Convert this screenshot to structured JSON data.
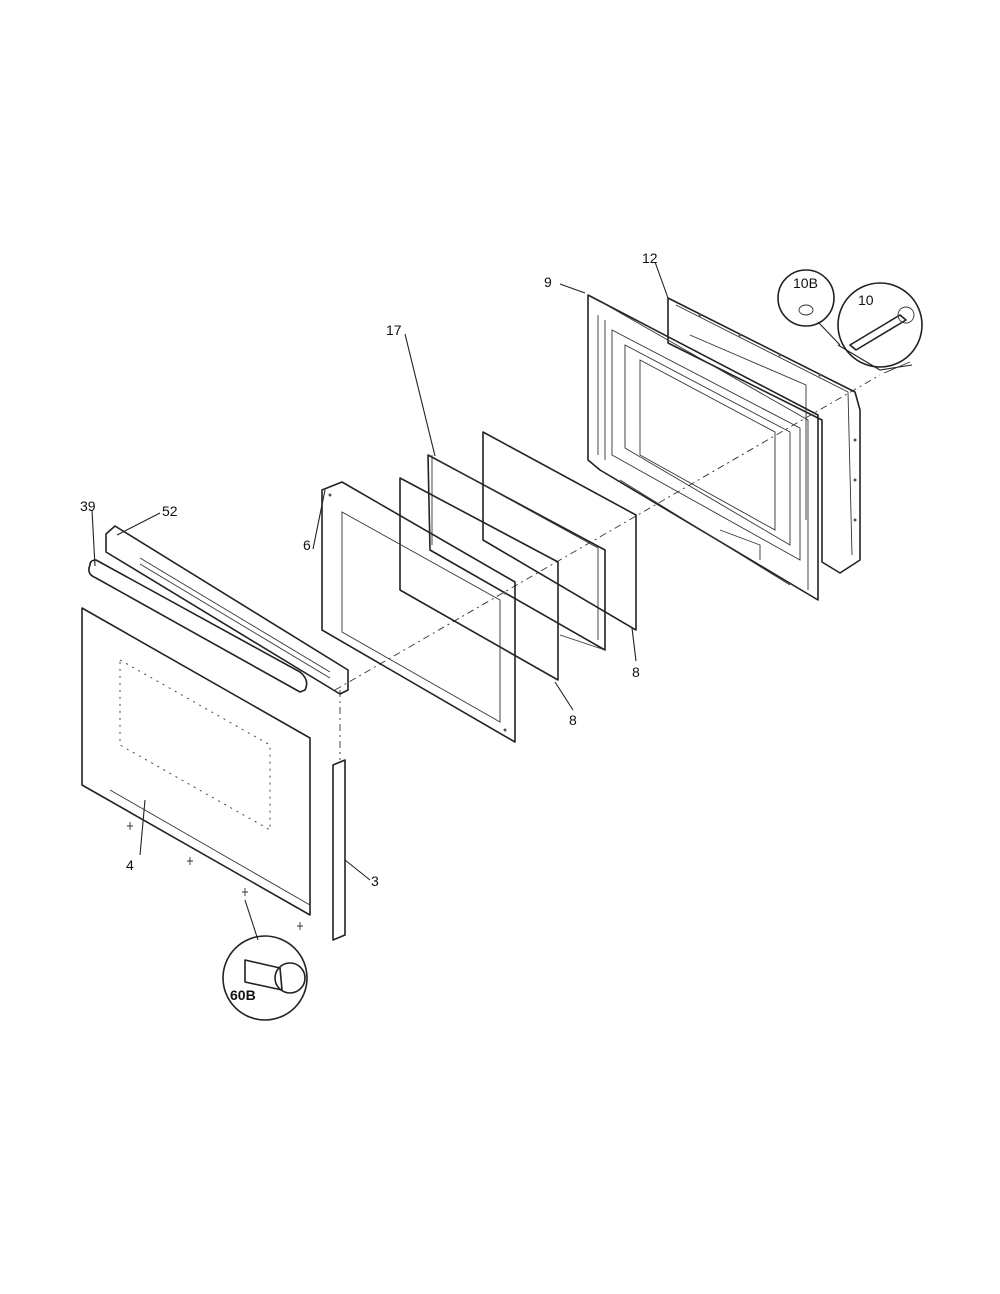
{
  "diagram": {
    "callouts": {
      "c9": "9",
      "c12": "12",
      "c10b": "10B",
      "c10": "10",
      "c17": "17",
      "c6": "6",
      "c39": "39",
      "c52": "52",
      "c8a": "8",
      "c8b": "8",
      "c4": "4",
      "c3": "3",
      "c60b": "60B"
    }
  }
}
